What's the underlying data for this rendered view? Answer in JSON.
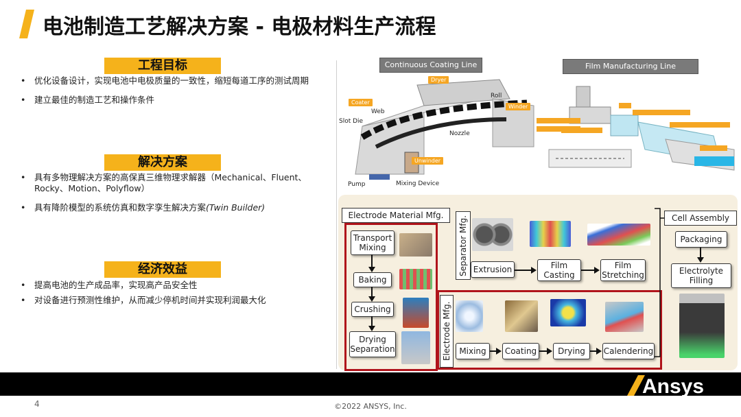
{
  "title": "电池制造工艺解决方案 - 电极材料生产流程",
  "sections": [
    {
      "heading": "工程目标",
      "bullets": [
        "优化设备设计，实现电池中电极质量的一致性，缩短每道工序的测试周期",
        "建立最佳的制造工艺和操作条件"
      ]
    },
    {
      "heading": "解决方案",
      "bullets": [
        "具有多物理解决方案的高保真三维物理求解器（Mechanical、Fluent、Rocky、Motion、Polyflow）",
        "具有降阶模型的系统仿真和数字孪生解决方案"
      ],
      "bullet2_italic": "(Twin Builder)"
    },
    {
      "heading": "经济效益",
      "bullets": [
        "提高电池的生产成品率，实现高产品安全性",
        "对设备进行预测性维护，从而减少停机时间并实现利润最大化"
      ]
    }
  ],
  "figures": {
    "coating_label": "Continuous Coating Line",
    "film_label": "Film Manufacturing Line",
    "coating_parts": {
      "dryer": "Dryer",
      "coater": "Coater",
      "web": "Web",
      "roll": "Roll",
      "winder": "Winder",
      "slot_die": "Slot Die",
      "nozzle": "Nozzle",
      "unwinder": "Unwinder",
      "pump": "Pump",
      "mixing_device": "Mixing Device"
    }
  },
  "flow": {
    "electrode_material": "Electrode Material Mfg.",
    "steps_left": [
      "Transport Mixing",
      "Baking",
      "Crushing",
      "Drying Separation"
    ],
    "separator": "Separator Mfg.",
    "separator_steps": [
      "Extrusion",
      "Film Casting",
      "Film Stretching"
    ],
    "electrode": "Electrode Mfg.",
    "electrode_steps": [
      "Mixing",
      "Coating",
      "Drying",
      "Calendering"
    ],
    "cell_assembly": "Cell Assembly",
    "cell_steps": [
      "Packaging",
      "Electrolyte Filling"
    ]
  },
  "footer": {
    "page": "4",
    "copyright": "©2022 ANSYS, Inc.",
    "logo": "Ansys"
  },
  "colors": {
    "accent": "#f5b21b",
    "red": "#b0141b",
    "orange_tag": "#f5a623"
  }
}
